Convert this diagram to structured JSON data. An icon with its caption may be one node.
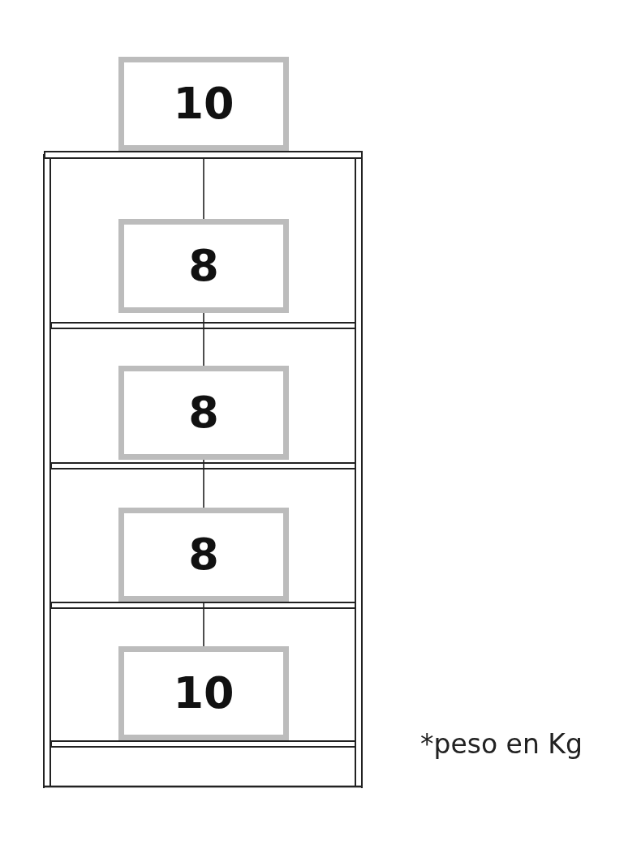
{
  "diagram": {
    "nodes": [
      {
        "text": [
          "10"
        ]
      },
      {
        "text": [
          "8"
        ]
      },
      {
        "text": [
          "8"
        ]
      },
      {
        "text": [
          "8"
        ]
      },
      {
        "text": [
          "10"
        ]
      }
    ],
    "labels": [
      "*peso en Kg"
    ]
  }
}
